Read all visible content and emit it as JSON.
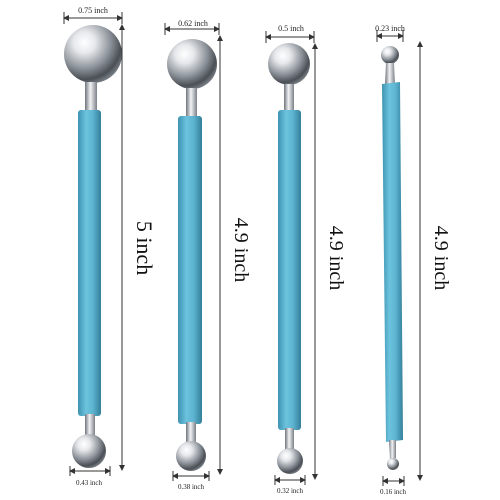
{
  "tools": [
    {
      "name": "tool-1",
      "top_ball_diameter": "0.75 inch",
      "bottom_ball_diameter": "0.43 inch",
      "length": "5 inch"
    },
    {
      "name": "tool-2",
      "top_ball_diameter": "0.62 inch",
      "bottom_ball_diameter": "0.38 inch",
      "length": "4.9 inch"
    },
    {
      "name": "tool-3",
      "top_ball_diameter": "0.5 inch",
      "bottom_ball_diameter": "0.32 inch",
      "length": "4.9 inch"
    },
    {
      "name": "tool-4",
      "top_ball_diameter": "0.23 inch",
      "bottom_ball_diameter": "0.16 inch",
      "length": "4.9 inch"
    }
  ],
  "colors": {
    "handle": "#5cb4d0",
    "handle_dark": "#3d93b0",
    "metal": "#b8bcc2",
    "dimension_line": "#333333"
  }
}
